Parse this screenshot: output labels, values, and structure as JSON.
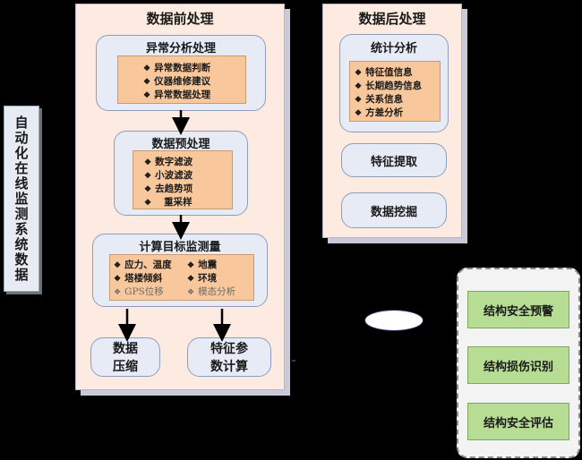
{
  "side_label": "自动化在线监测系统数据",
  "pre": {
    "title": "数据前处理",
    "anomaly": {
      "title": "异常分析处理",
      "items": [
        "异常数据判断",
        "仪器维修建议",
        "异常数据处理"
      ]
    },
    "preprocess": {
      "title": "数据预处理",
      "items": [
        "数字滤波",
        "小波滤波",
        "去趋势项",
        "重采样"
      ]
    },
    "target": {
      "title": "计算目标监测量",
      "items": [
        "应力、温度",
        "地震",
        "塔楼倾斜",
        "环境",
        "GPS位移",
        "模态分析"
      ]
    },
    "compress": "数据\n压缩",
    "feature_calc": "特征参\n数计算"
  },
  "post": {
    "title": "数据后处理",
    "stats": {
      "title": "统计分析",
      "items": [
        "特征值信息",
        "长期趋势信息",
        "关系信息",
        "方差分析"
      ]
    },
    "extract": "特征提取",
    "mining": "数据挖掘"
  },
  "safety": {
    "items": [
      "结构安全预警",
      "结构损伤识别",
      "结构安全评估"
    ]
  },
  "colors": {
    "panel_bg": "#fdebe2",
    "group_bg": "#e6ebf5",
    "orange": "#f8c89c",
    "green": "#b6dd93"
  }
}
